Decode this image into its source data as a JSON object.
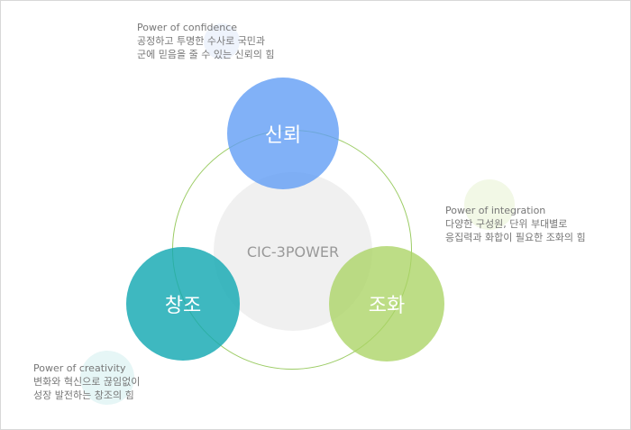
{
  "center_label": "CIC-3POWER",
  "nodes": [
    {
      "label": "신뢰",
      "color": "#6fa6f5",
      "desc_en": "Power of confidence",
      "desc_1": "공정하고 투명한 수사로 국민과",
      "desc_2": "군에 믿음을 줄 수 있는 신뢰의 힘"
    },
    {
      "label": "조화",
      "color": "#b5d97a",
      "desc_en": "Power of integration",
      "desc_1": "다양한 구성원, 단위 부대별로",
      "desc_2": "응집력과 화합이 필요한 조화의 힘"
    },
    {
      "label": "창조",
      "color": "#1fadb5",
      "desc_en": "Power of creativity",
      "desc_1": "변화와 혁신으로 끊임없이",
      "desc_2": "성장 발전하는 창조의 힘"
    }
  ]
}
